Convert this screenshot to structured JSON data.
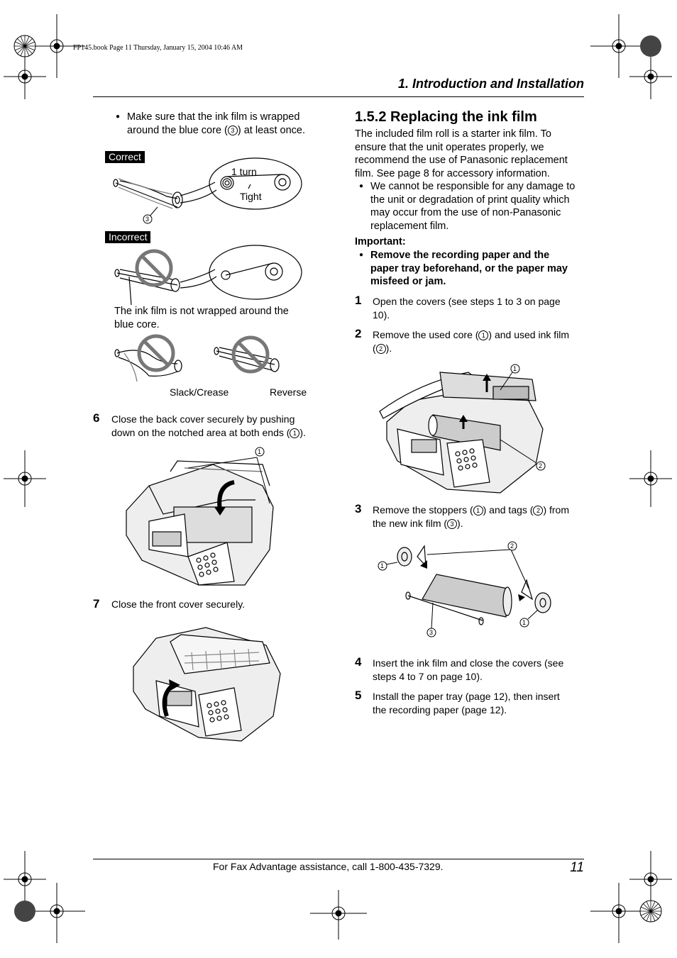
{
  "print_tag": "FP145.book  Page 11  Thursday, January 15, 2004  10:46 AM",
  "header_title": "1. Introduction and Installation",
  "left": {
    "bullet_1": {
      "part1": "Make sure that the ink film is wrapped",
      "part2_pre": "around the blue core (",
      "part2_num": "3",
      "part2_post": ") at least once."
    },
    "correct_label": "Correct",
    "one_turn": "1 turn",
    "tight": "Tight",
    "callout_3": "3",
    "incorrect_label": "Incorrect",
    "not_wrapped_1": "The ink film is not wrapped around the",
    "not_wrapped_2": "blue core.",
    "slack_crease": "Slack/Crease",
    "reverse": "Reverse",
    "step6": {
      "num": "6",
      "line1": "Close the back cover securely by pushing",
      "line2_pre": "down on the notched area at both ends (",
      "line2_num": "1",
      "line2_post": ")."
    },
    "step6_callout": "1",
    "step7": {
      "num": "7",
      "text": "Close the front cover securely."
    }
  },
  "right": {
    "section_title": "1.5.2 Replacing the ink film",
    "intro": [
      "The included film roll is a starter ink film. To",
      "ensure that the unit operates properly, we",
      "recommend the use of Panasonic replacement",
      "film. See page 8 for accessory information."
    ],
    "bullet_lines": [
      "We cannot be responsible for any damage to",
      "the unit or degradation of print quality which",
      "may occur from the use of non-Panasonic",
      "replacement film."
    ],
    "important_label": "Important:",
    "important_lines": [
      "Remove the recording paper and the",
      "paper tray beforehand, or the paper may",
      "misfeed or jam."
    ],
    "step1": {
      "num": "1",
      "line1": "Open the covers (see steps 1 to 3 on page",
      "line2": "10)."
    },
    "step2": {
      "num": "2",
      "pre": "Remove the used core (",
      "n1": "1",
      "mid": ") and used ink film",
      "pre2": "(",
      "n2": "2",
      "post2": ")."
    },
    "step2_callouts": [
      "1",
      "2"
    ],
    "step3": {
      "num": "3",
      "pre": "Remove the stoppers (",
      "n1": "1",
      "mid": ") and tags (",
      "n2": "2",
      "post": ") from",
      "pre2": "the new ink film (",
      "n3": "3",
      "post2": ")."
    },
    "step3_callouts": [
      "1",
      "2",
      "3",
      "1"
    ],
    "step4": {
      "num": "4",
      "line1": "Insert the ink film and close the covers (see",
      "line2": "steps 4 to 7 on page 10)."
    },
    "step5": {
      "num": "5",
      "line1": "Install the paper tray (page 12), then insert",
      "line2": "the recording paper (page 12)."
    }
  },
  "footer": {
    "text": "For Fax Advantage assistance, call 1-800-435-7329.",
    "page_number": "11"
  }
}
